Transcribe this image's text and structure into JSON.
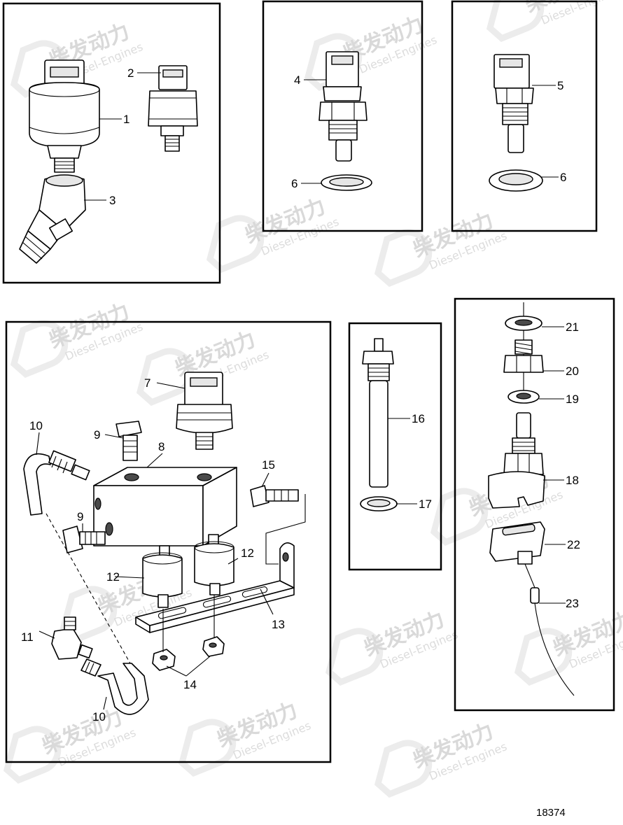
{
  "watermark": {
    "title": "柴发动力",
    "subtitle": "Diesel-Engines"
  },
  "drawing_number": "18374",
  "callouts": {
    "c1": "1",
    "c2": "2",
    "c3": "3",
    "c4": "4",
    "c5": "5",
    "c6a": "6",
    "c6b": "6",
    "c7": "7",
    "c8": "8",
    "c9a": "9",
    "c9b": "9",
    "c10a": "10",
    "c10b": "10",
    "c11": "11",
    "c12a": "12",
    "c12b": "12",
    "c13": "13",
    "c14": "14",
    "c15": "15",
    "c16": "16",
    "c17": "17",
    "c18": "18",
    "c19": "19",
    "c20": "20",
    "c21": "21",
    "c22": "22",
    "c23": "23"
  }
}
